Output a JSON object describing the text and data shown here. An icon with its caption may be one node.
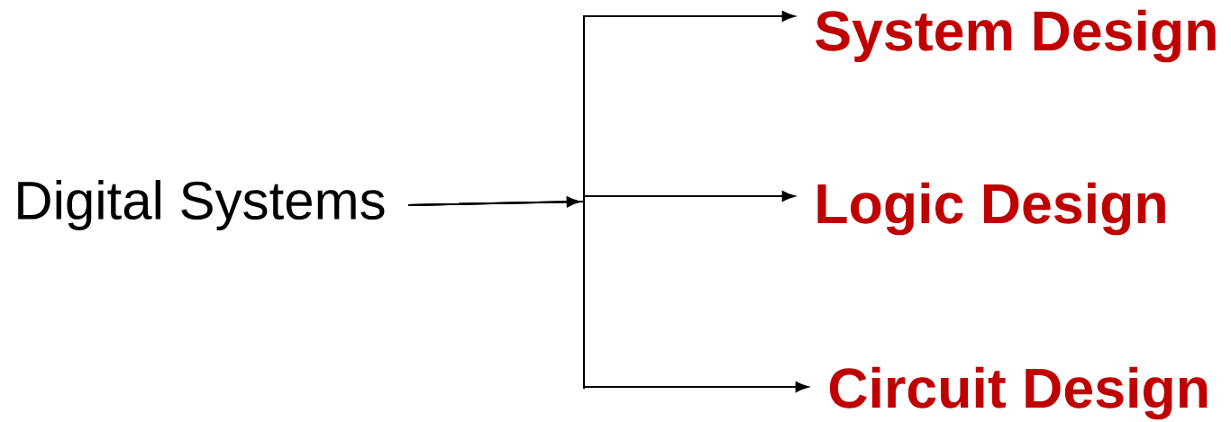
{
  "diagram": {
    "nodes": [
      {
        "text": [
          "Digital Systems"
        ]
      },
      {
        "text": [
          "System Design"
        ]
      },
      {
        "text": [
          "Logic Design"
        ]
      },
      {
        "text": [
          "Circuit Design"
        ]
      }
    ],
    "edges": [
      {
        "from": 0,
        "to": 1,
        "arrow": "to"
      },
      {
        "from": 0,
        "to": 2,
        "arrow": "to"
      },
      {
        "from": 0,
        "to": 3,
        "arrow": "to"
      }
    ]
  }
}
